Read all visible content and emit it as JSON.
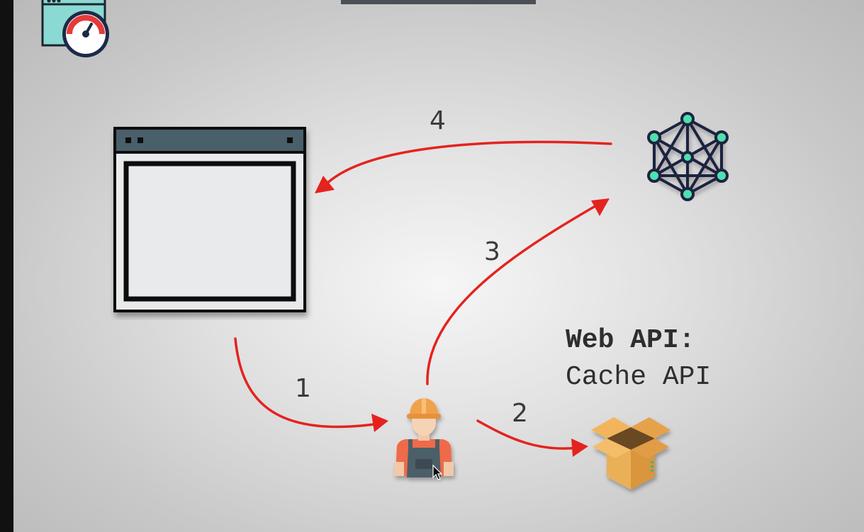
{
  "steps": {
    "one": "1",
    "two": "2",
    "three": "3",
    "four": "4"
  },
  "api": {
    "title": "Web API:",
    "subtitle": "Cache API"
  },
  "colors": {
    "arrow": "#e4231f",
    "window_frame": "#111111",
    "window_titlebar": "#4a5e6a",
    "window_body": "#e8eaeb",
    "network_node": "#4fe0b0",
    "network_edge": "#1c2340",
    "box": "#eab058",
    "helmet": "#f0a24a"
  },
  "icons": {
    "logo": "performance-gauge-icon",
    "browser": "browser-window-icon",
    "network": "network-graph-icon",
    "worker": "service-worker-icon",
    "cache": "cache-box-icon",
    "cursor": "mouse-cursor-icon"
  }
}
